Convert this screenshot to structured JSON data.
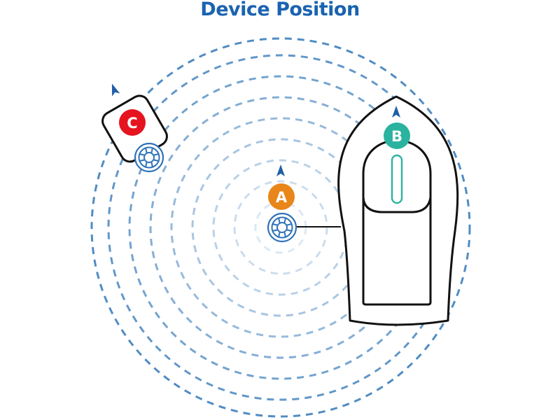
{
  "title": "Device Position",
  "colors": {
    "title": "#1a63b0",
    "ring": "#3d7fbd",
    "outline": "#111111",
    "arrow": "#1f5fa8",
    "marker_a": "#e8861a",
    "marker_b": "#2bb39f",
    "marker_c": "#e5141f",
    "indicator": "#2bb39f",
    "buoy": "#2f72b8"
  },
  "markers": {
    "a": {
      "label": "A"
    },
    "b": {
      "label": "B"
    },
    "c": {
      "label": "C"
    }
  },
  "icons": {
    "buoy": "lifebuoy-icon",
    "heading": "heading-arrow-icon"
  }
}
